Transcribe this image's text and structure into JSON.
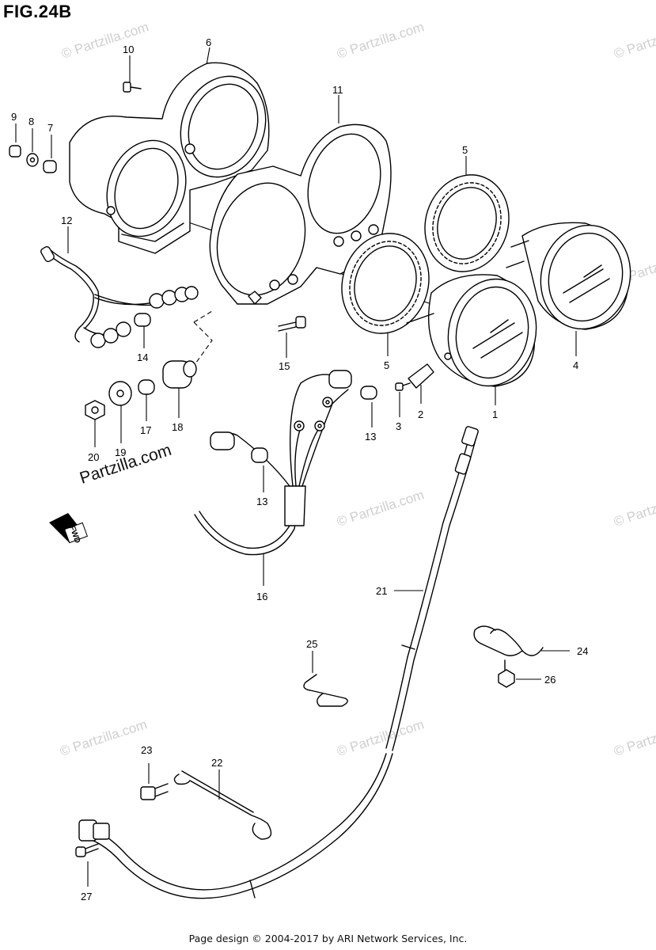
{
  "figure_title": "FIG.24B",
  "footer": "Page design © 2004-2017 by ARI Network Services, Inc.",
  "brand_text": "Partzilla.com",
  "fwd_label": "FWD",
  "watermark_text": "© Partzilla.com",
  "callouts": {
    "c1": "1",
    "c2": "2",
    "c3": "3",
    "c4": "4",
    "c5a": "5",
    "c5b": "5",
    "c6": "6",
    "c7": "7",
    "c8": "8",
    "c9": "9",
    "c10": "10",
    "c11": "11",
    "c12": "12",
    "c13a": "13",
    "c13b": "13",
    "c14": "14",
    "c15": "15",
    "c16": "16",
    "c17": "17",
    "c18": "18",
    "c19": "19",
    "c20": "20",
    "c21": "21",
    "c22": "22",
    "c23": "23",
    "c24": "24",
    "c25": "25",
    "c26": "26",
    "c27": "27"
  }
}
